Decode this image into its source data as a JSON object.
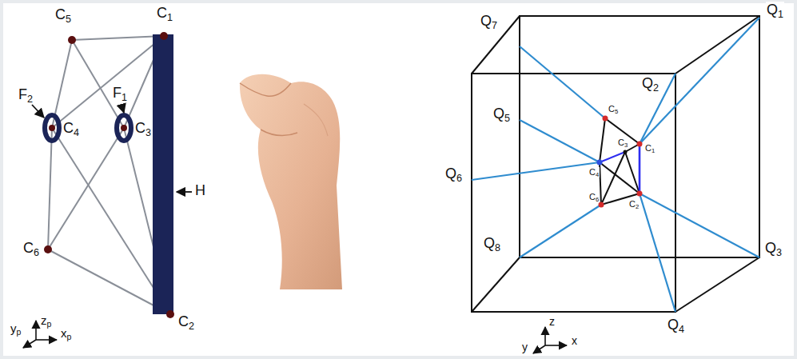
{
  "diagram": {
    "labels": [
      "C5",
      "C1",
      "F2",
      "F1",
      "C4",
      "C3",
      "H",
      "C6",
      "C2",
      "yp",
      "zp",
      "xp",
      "Q7",
      "Q1",
      "Q2",
      "Q5",
      "C5",
      "C3",
      "C1",
      "Q6",
      "C4",
      "C6",
      "C2",
      "Q3",
      "Q8",
      "Q4",
      "y",
      "z",
      "x"
    ]
  }
}
